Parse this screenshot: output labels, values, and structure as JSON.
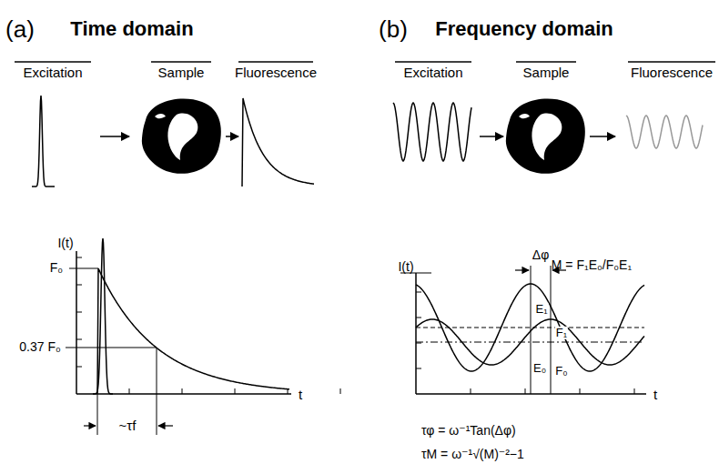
{
  "diagram": {
    "labels": [
      "(a)",
      "Time domain",
      "(b)",
      "Frequency domain",
      "Excitation",
      "Sample",
      "Fluorescence",
      "Excitation",
      "Sample",
      "Fluorescence",
      "I(t)",
      "F₀",
      "0.37 F₀",
      "t",
      "~τf",
      "M = F₁E₀/F₀E₁",
      "I(t)",
      "Δφ",
      "E₁",
      "F₁",
      "E₀",
      "F₀",
      "t",
      "τφ = ω⁻¹Tan(Δφ)",
      "τM = ω⁻¹√(M)⁻²−1"
    ]
  }
}
